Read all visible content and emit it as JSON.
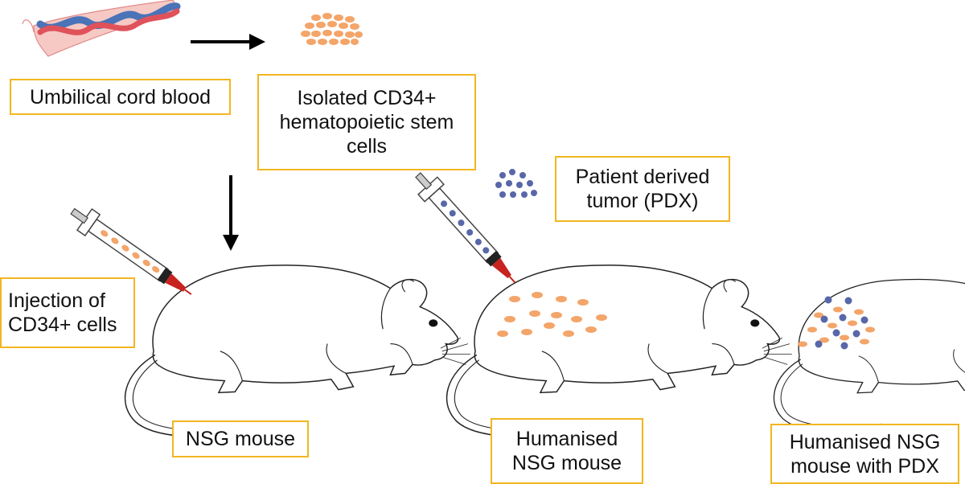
{
  "labels": {
    "cord_blood": "Umbilical cord blood",
    "cd34_line1": "Isolated CD34+",
    "cd34_line2": "hematopoietic stem",
    "cd34_line3": "cells",
    "pdx_line1": "Patient derived",
    "pdx_line2": "tumor (PDX)",
    "injection_line1": "Injection of",
    "injection_line2": "CD34+ cells",
    "nsg_mouse": "NSG mouse",
    "humanised_line1": "Humanised",
    "humanised_line2": "NSG mouse",
    "humanised_pdx_line1": "Humanised NSG",
    "humanised_pdx_line2": "mouse with PDX"
  },
  "colors": {
    "label_border": "#f2b620",
    "stem_cell": "#f3a56a",
    "tumor_cell": "#5867a8",
    "needle_red": "#c8231f",
    "cord_red": "#e0525a",
    "cord_blue": "#4a73b8",
    "arrow": "#000000"
  }
}
